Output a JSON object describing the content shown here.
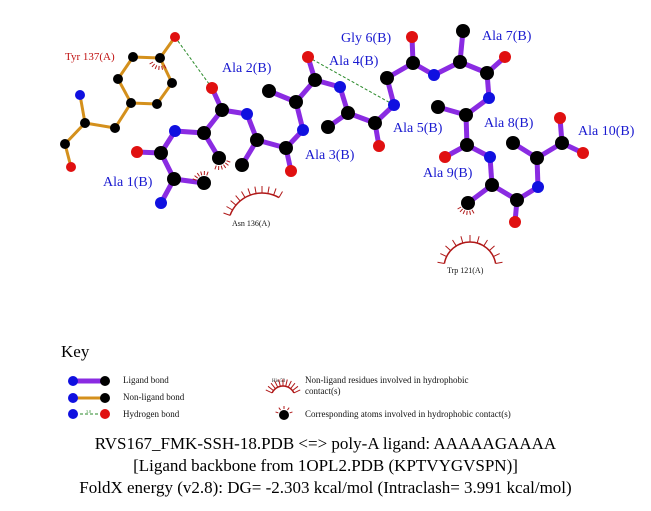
{
  "residue_labels": {
    "tyr137": "Tyr 137(A)",
    "ala1": "Ala 1(B)",
    "ala2": "Ala 2(B)",
    "ala3": "Ala 3(B)",
    "ala4": "Ala 4(B)",
    "ala5": "Ala 5(B)",
    "gly6": "Gly 6(B)",
    "ala7": "Ala 7(B)",
    "ala8": "Ala 8(B)",
    "ala9": "Ala 9(B)",
    "ala10": "Ala 10(B)",
    "asn136": "Asn 136(A)",
    "trp121": "Trp 121(A)"
  },
  "key": {
    "title": "Key",
    "ligand_bond": "Ligand bond",
    "nonligand_bond": "Non-ligand bond",
    "hydrogen_bond": "Hydrogen bond",
    "hbond_length": "3.0",
    "example_residue": "His 53",
    "hydrophobic_residues": "Non-ligand residues involved in hydrophobic contact(s)",
    "hydrophobic_atoms": "Corresponding atoms involved in hydrophobic contact(s)"
  },
  "caption": {
    "line1": "RVS167_FMK-SSH-18.PDB <=> poly-A ligand: AAAAAGAAAA",
    "line2": "[Ligand backbone from 1OPL2.PDB (KPTVYGVSPN)]",
    "line3": "FoldX energy (v2.8): DG= -2.303 kcal/mol (Intraclash= 3.991 kcal/mol)"
  },
  "colors": {
    "ligand_bond": "#8a2be2",
    "nonligand_bond": "#d4901c",
    "hbond": "#2a8a2a",
    "carbon": "#000000",
    "nitrogen": "#1010e0",
    "oxygen": "#e01010",
    "hydrophobic": "#b01818"
  }
}
